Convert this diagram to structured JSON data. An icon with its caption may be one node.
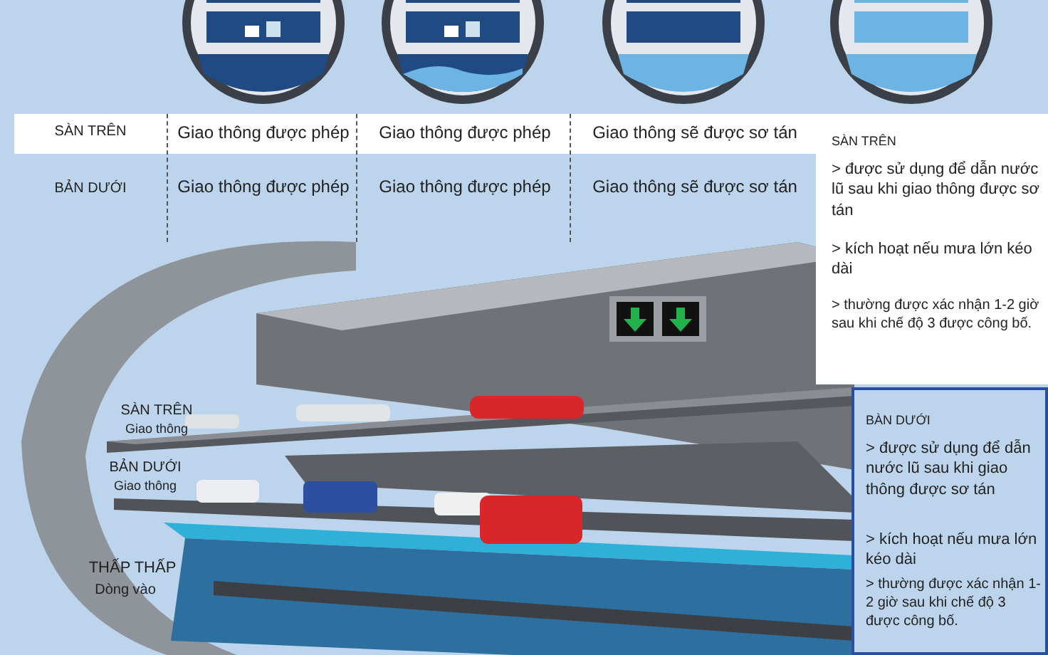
{
  "diagram": {
    "labels": [
      "SÀN TRÊN",
      "Giao thông được phép",
      "Giao thông được phép",
      "Giao thông sẽ được sơ tán",
      "SÀN TRÊN",
      "> được sử dụng để dẫn nước lũ sau khi giao thông được sơ tán",
      "> kích hoạt nếu mưa lớn kéo dài",
      "> thường được xác nhận 1-2 giờ sau khi chế độ 3 được công bố.",
      "BẢN DƯỚI",
      "Giao thông được phép",
      "Giao thông được phép",
      "Giao thông sẽ được sơ tán",
      "SÀN TRÊN",
      "Giao thông",
      "BẢN DƯỚI",
      "Giao thông",
      "THẤP THẤP",
      "Dòng vào",
      "BÀN DƯỚI",
      "> được sử dụng để dẫn nước lũ sau khi giao thông được sơ tán",
      "> kích hoạt nếu mưa lớn kéo dài",
      "> thường được xác nhận 1-2 giờ sau khi chế độ 3 được công bố."
    ]
  }
}
